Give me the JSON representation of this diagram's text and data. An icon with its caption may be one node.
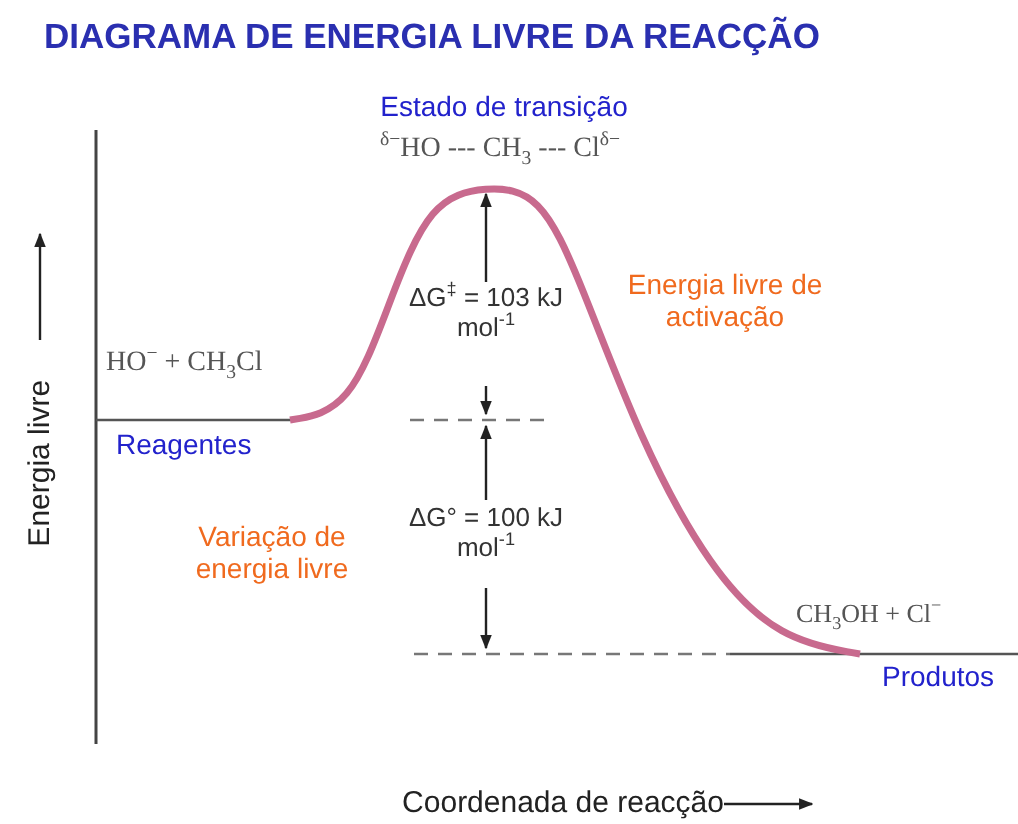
{
  "diagram": {
    "title": "DIAGRAMA DE ENERGIA LIVRE DA REACÇÃO",
    "labels": [
      "Estado de transição",
      "$^{δ−}$HO --- CH$_{3}$ --- Cl$^{δ−}$",
      "ΔG$^{‡}$ = 103 kJ mol$^{-1}$",
      "Energia livre de activação",
      "Energia livre",
      "HO$^{−}$ + CH$_{3}$Cl",
      "Reagentes",
      "ΔG° = 100 kJ mol$^{-1}$",
      "Variação de energia livre",
      "CH$_{3}$OH + Cl$^{−}$",
      "Produtos",
      "Coordenada de reacção"
    ]
  }
}
